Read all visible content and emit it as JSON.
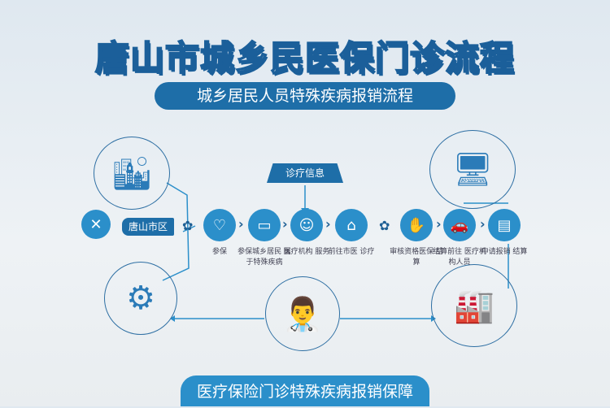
{
  "title": "唐山市城乡民医保门诊流程",
  "subtitle": "城乡居民人员特殊疾病报销流程",
  "top_tag": "诊疗信息",
  "city_tag": "唐山市区",
  "steps": [
    {
      "label": "",
      "icon": "person-icon"
    },
    {
      "label": "参保",
      "icon": "heart-icon"
    },
    {
      "label": "参保城乡居民 属于特殊疾病",
      "icon": "bus-icon"
    },
    {
      "label": "医疗机构 服务",
      "icon": "doctor-icon"
    },
    {
      "label": "前往市医 诊疗",
      "icon": "hospital-icon"
    },
    {
      "label": "审核资格医保 结算",
      "icon": "hand-icon"
    },
    {
      "label": "结算前往 医疗机构人员",
      "icon": "car-icon"
    },
    {
      "label": "申请报销 结算",
      "icon": "truck-icon"
    }
  ],
  "bottom_banner": "医疗保险门诊特殊疾病报销保障"
}
